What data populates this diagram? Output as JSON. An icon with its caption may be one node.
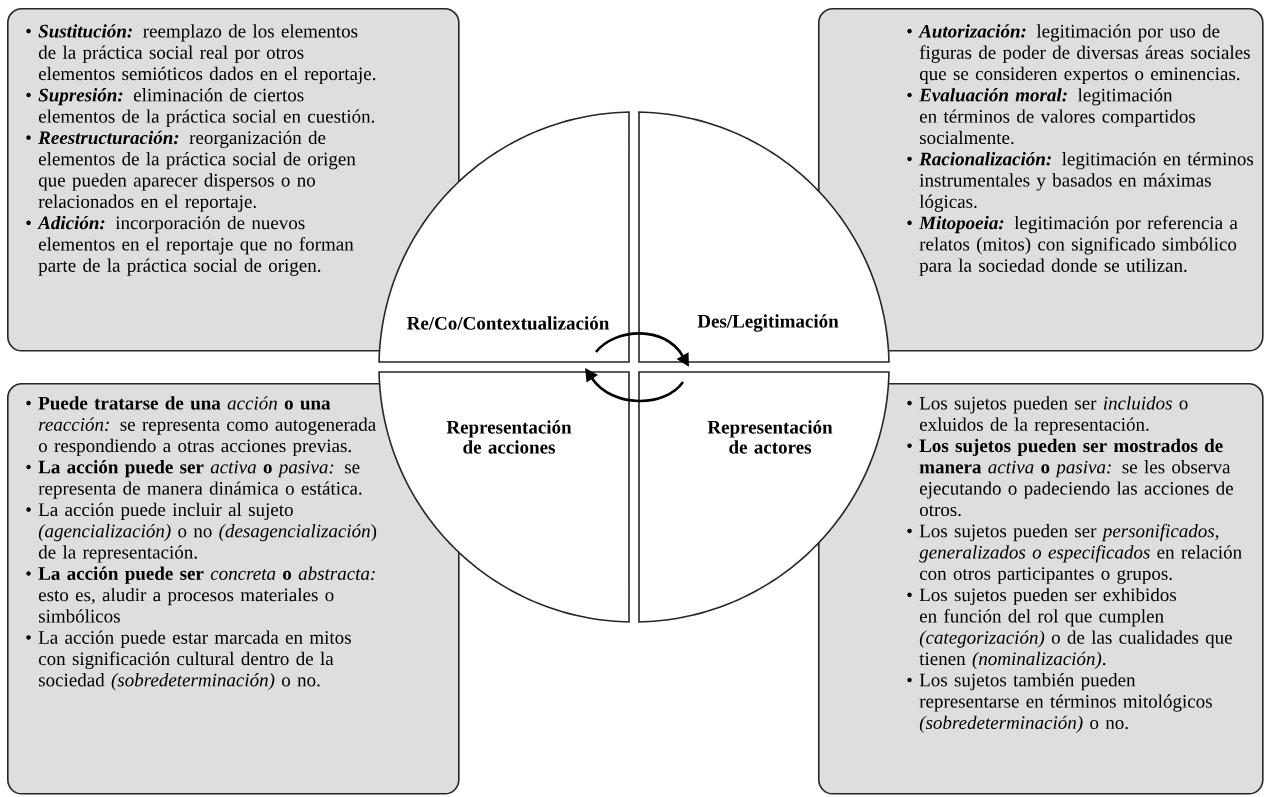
{
  "diagram": {
    "nodes": [
      {
        "text": [
          "• **Sustitución:** reemplazo de los elementos de la práctica social real por otros elementos semióticos dados en el reportaje.",
          "• **Supresión:** eliminación de ciertos elementos de la práctica social en cuestión.",
          "• **Reestructuración:** reorganización de elementos de la práctica social de origen que pueden aparecer dispersos o no relacionados en el reportaje.",
          "• **Adición:** incorporación de nuevos elementos en el reportaje que no forman parte de la práctica social de origen."
        ]
      },
      {
        "text": [
          "Re/Co/Contextualización"
        ]
      },
      {
        "text": [
          "Des/Legitimación"
        ]
      },
      {
        "text": [
          "• **Autorización:** legitimación por uso de figuras de poder de diversas áreas sociales que se consideren expertos o eminencias.",
          "• **Evaluación moral:** legitimación en términos de valores compartidos socialmente.",
          "• **Racionalización:** legitimación en términos instrumentales y basados en máximas lógicas.",
          "• **Mitopoeia:** legitimación por referencia a relatos (mitos) con significado simbólico para la sociedad donde se utilizan."
        ]
      },
      {
        "text": [
          "• **Puede tratarse de una** *acción* **o una** *reacción:* se representa como autogenerada o respondiendo a otras acciones previas.",
          "• **La acción puede ser** *activa* **o** *pasiva:* se representa de manera dinámica o estática.",
          "• La acción puede incluir al sujeto *(agencialización)* o no *(desagencialización*) de la representación.",
          "• **La acción puede ser** *concreta* **o** *abstracta:* esto es, aludir a procesos materiales o simbólicos",
          "• La acción puede estar marcada en mitos con significación cultural dentro de la sociedad *(sobredeterminación)* o no."
        ]
      },
      {
        "text": [
          "Representación de acciones"
        ]
      },
      {
        "text": [
          "Representación de actores"
        ]
      },
      {
        "text": [
          "• Los sujetos pueden ser *incluidos* o exluidos de la representación.",
          "• **Los sujetos pueden ser mostrados de manera** *activa* **o** *pasiva:* se les observa ejecutando o padeciendo las acciones de otros.",
          "• Los sujetos pueden ser *personificados, generalizados o especificados* en relación con otros participantes o grupos.",
          "• Los sujetos pueden ser exhibidos en función del rol que cumplen *(categorización)* o de las cualidades que tienen *(nominalización)*.",
          "• Los sujetos también pueden representarse en términos mitológicos *(sobredeterminación)* o no."
        ]
      }
    ],
    "edges": [
      {
        "from": 1,
        "to": 2,
        "arrow": "to"
      },
      {
        "from": 6,
        "to": 5,
        "arrow": "to"
      }
    ]
  }
}
